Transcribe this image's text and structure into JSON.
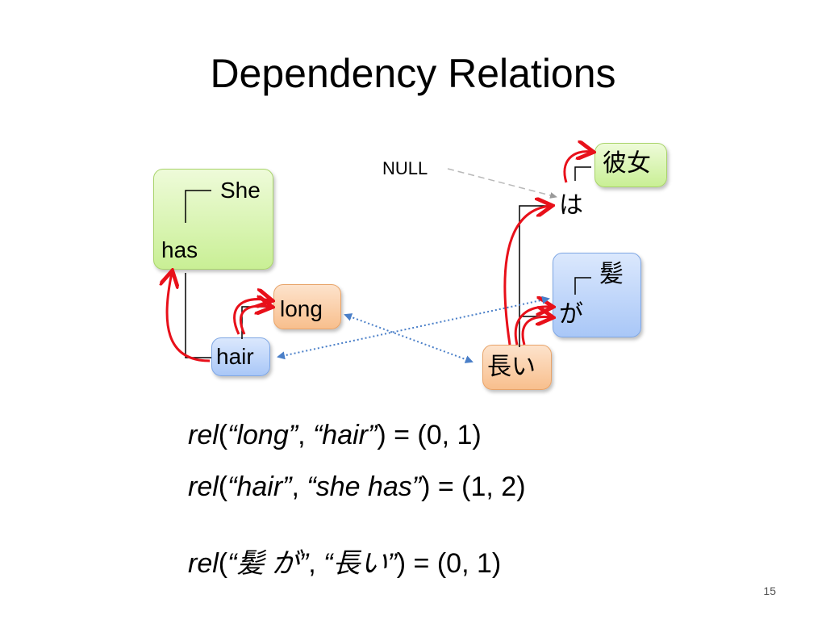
{
  "title": "Dependency Relations",
  "english": {
    "she": "She",
    "has": "has",
    "long": "long",
    "hair": "hair"
  },
  "japanese": {
    "kanojo": "彼女",
    "ha": "は",
    "kami": "髪",
    "ga": "が",
    "nagai": "長い"
  },
  "null_label": "NULL",
  "formulas": [
    {
      "fn": "rel",
      "open": "(",
      "q1": "“long”",
      "sep": ", ",
      "q2": "“hair”",
      "close": ") = (0, 1)"
    },
    {
      "fn": "rel",
      "open": "(",
      "q1": "“hair”",
      "sep": ", ",
      "q2": "“she has”",
      "close": ") = (1, 2)"
    },
    {
      "fn": "rel",
      "open": "(",
      "q1": "“髪 が”",
      "sep": ", ",
      "q2": "“長い”",
      "close": ") = (0, 1)"
    }
  ],
  "page_number": "15",
  "colors": {
    "dependency_arrow": "#e8101a",
    "alignment_arrow": "#4a7fc8",
    "null_line": "#c0c0c0",
    "box_green": "#c9ef95",
    "box_orange": "#f8bf8d",
    "box_blue": "#a9c7f7"
  }
}
